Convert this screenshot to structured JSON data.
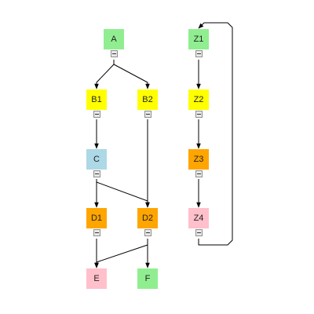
{
  "nodes": [
    {
      "id": "A",
      "label": "A",
      "color": "#90ee90",
      "collapse_toggle": true
    },
    {
      "id": "B1",
      "label": "B1",
      "color": "#ffff00",
      "collapse_toggle": true
    },
    {
      "id": "B2",
      "label": "B2",
      "color": "#ffff00",
      "collapse_toggle": true
    },
    {
      "id": "C",
      "label": "C",
      "color": "#add8e6",
      "collapse_toggle": true
    },
    {
      "id": "D1",
      "label": "D1",
      "color": "#ffa500",
      "collapse_toggle": true
    },
    {
      "id": "D2",
      "label": "D2",
      "color": "#ffa500",
      "collapse_toggle": true
    },
    {
      "id": "E",
      "label": "E",
      "color": "#ffc0cb",
      "collapse_toggle": false
    },
    {
      "id": "F",
      "label": "F",
      "color": "#90ee90",
      "collapse_toggle": false
    },
    {
      "id": "Z1",
      "label": "Z1",
      "color": "#90ee90",
      "collapse_toggle": true
    },
    {
      "id": "Z2",
      "label": "Z2",
      "color": "#ffff00",
      "collapse_toggle": true
    },
    {
      "id": "Z3",
      "label": "Z3",
      "color": "#ffa500",
      "collapse_toggle": true
    },
    {
      "id": "Z4",
      "label": "Z4",
      "color": "#ffc0cb",
      "collapse_toggle": true
    }
  ],
  "edges": [
    {
      "from": "A",
      "to": "B1"
    },
    {
      "from": "A",
      "to": "B2"
    },
    {
      "from": "B1",
      "to": "C"
    },
    {
      "from": "B2",
      "to": "D2"
    },
    {
      "from": "C",
      "to": "D1"
    },
    {
      "from": "C",
      "to": "D2"
    },
    {
      "from": "D1",
      "to": "E"
    },
    {
      "from": "D2",
      "to": "E"
    },
    {
      "from": "D2",
      "to": "F"
    },
    {
      "from": "Z1",
      "to": "Z2"
    },
    {
      "from": "Z2",
      "to": "Z3"
    },
    {
      "from": "Z3",
      "to": "Z4"
    },
    {
      "from": "Z4",
      "to": "Z1"
    }
  ],
  "colors": {
    "edge": "#000000",
    "toggle_border": "#8f8f8f",
    "toggle_fill": "#e8e8e8"
  }
}
